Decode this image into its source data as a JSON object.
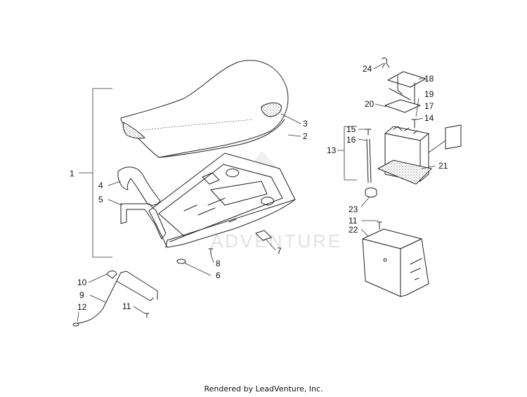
{
  "watermark": "ADVENTURE",
  "footer": "Rendered by LeadVenture, Inc.",
  "callouts": [
    {
      "id": "1",
      "label": "1"
    },
    {
      "id": "2",
      "label": "2"
    },
    {
      "id": "3",
      "label": "3"
    },
    {
      "id": "4",
      "label": "4"
    },
    {
      "id": "5",
      "label": "5"
    },
    {
      "id": "6",
      "label": "6"
    },
    {
      "id": "7",
      "label": "7"
    },
    {
      "id": "8",
      "label": "8"
    },
    {
      "id": "9",
      "label": "9"
    },
    {
      "id": "10",
      "label": "10"
    },
    {
      "id": "11a",
      "label": "11"
    },
    {
      "id": "11b",
      "label": "11"
    },
    {
      "id": "12",
      "label": "12"
    },
    {
      "id": "13",
      "label": "13"
    },
    {
      "id": "14",
      "label": "14"
    },
    {
      "id": "15",
      "label": "15"
    },
    {
      "id": "16",
      "label": "16"
    },
    {
      "id": "17",
      "label": "17"
    },
    {
      "id": "18",
      "label": "18"
    },
    {
      "id": "19",
      "label": "19"
    },
    {
      "id": "20",
      "label": "20"
    },
    {
      "id": "21",
      "label": "21"
    },
    {
      "id": "22",
      "label": "22"
    },
    {
      "id": "23",
      "label": "23"
    },
    {
      "id": "24",
      "label": "24"
    }
  ]
}
